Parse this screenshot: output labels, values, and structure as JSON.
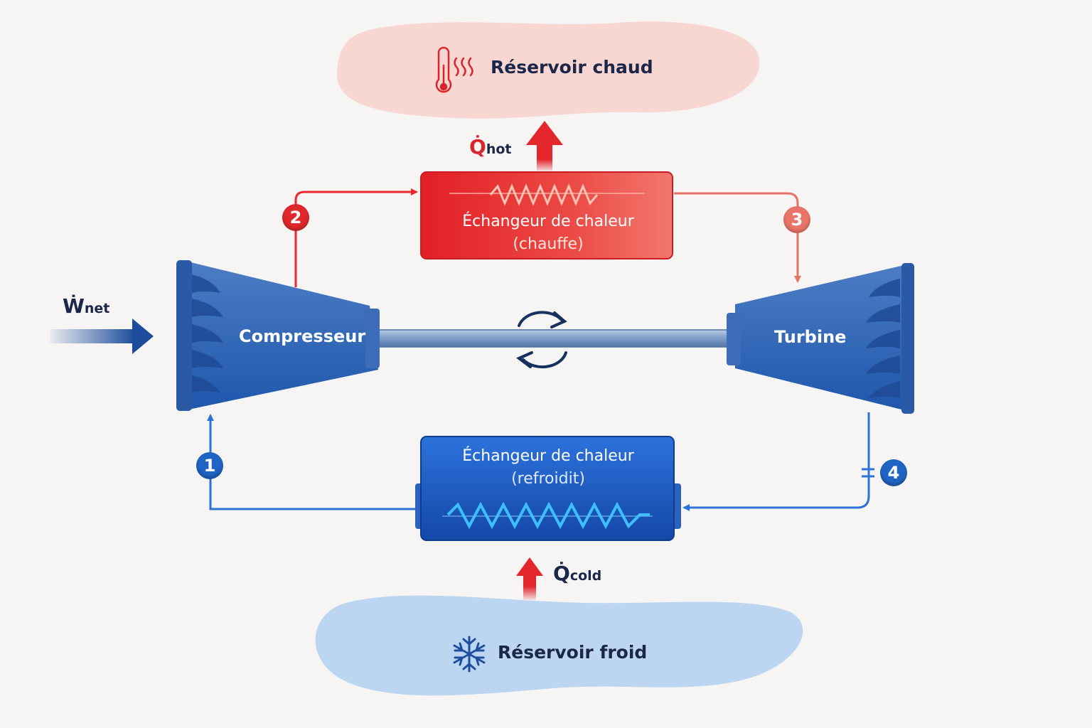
{
  "hot_reservoir": {
    "label": "Réservoir chaud",
    "icon": "thermometer-heat-icon",
    "color": "#f8d6d1"
  },
  "cold_reservoir": {
    "label": "Réservoir froid",
    "icon": "snowflake-icon",
    "color": "#bcd6f2"
  },
  "hot_exchanger": {
    "title": "Échangeur de chaleur",
    "subtitle": "(chauffe)",
    "color": "#e8262c"
  },
  "cold_exchanger": {
    "title": "Échangeur de chaleur",
    "subtitle": "(refroidit)",
    "color": "#1e5fd0"
  },
  "compressor": {
    "label": "Compresseur"
  },
  "turbine": {
    "label": "Turbine"
  },
  "heat_flows": {
    "hot": {
      "symbol": "Q̇",
      "subscript": "hot"
    },
    "cold": {
      "symbol": "Q̇",
      "subscript": "cold"
    }
  },
  "work": {
    "symbol": "Ẇ",
    "subscript": "net"
  },
  "states": [
    {
      "number": "1",
      "color": "#1f64c4"
    },
    {
      "number": "2",
      "color": "#e0282c"
    },
    {
      "number": "3",
      "color": "#ea7468"
    },
    {
      "number": "4",
      "color": "#1f64c4"
    }
  ],
  "shaft_rotation_icon": "rotation-arrows-icon"
}
